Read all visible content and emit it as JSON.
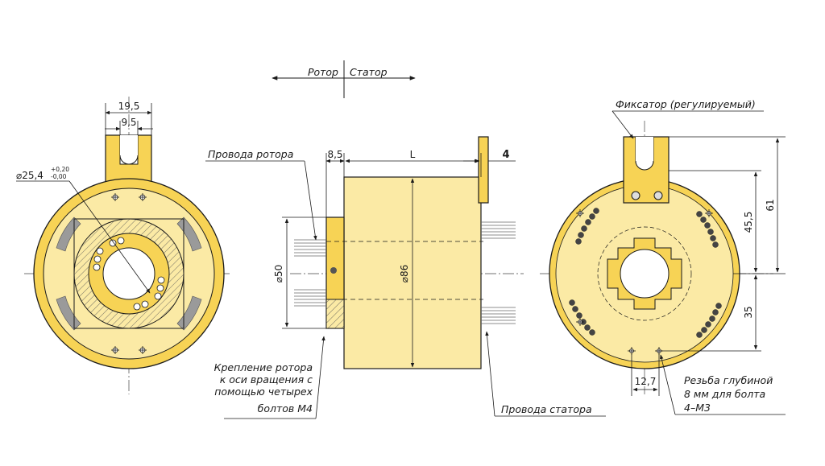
{
  "header": {
    "rotor": "Ротор",
    "stator": "Статор"
  },
  "left_view": {
    "dim_outer": "19,5",
    "dim_inner": "9,5",
    "diameter": "⌀25,4",
    "tol_plus": "+0,20",
    "tol_minus": "-0,00"
  },
  "side_view": {
    "rotor_wires": "Провода ротора",
    "dim_flange": "8,5",
    "dim_length": "L",
    "dim_tab": "4",
    "dim_d50": "⌀50",
    "dim_d86": "⌀86",
    "fastening": [
      "Крепление ротора",
      "к оси вращения с",
      "помощью четырех",
      "болтов М4"
    ],
    "stator_wires": "Провода статора"
  },
  "right_view": {
    "fixator": "Фиксатор (регулируемый)",
    "dim_61": "61",
    "dim_45_5": "45,5",
    "dim_35": "35",
    "dim_12_7": "12,7",
    "thread": [
      "Резьба глубиной",
      "8 мм для болта",
      "4–М3"
    ]
  },
  "colors": {
    "body": "#fbeaa5",
    "ring": "#f7d355",
    "line": "#1a1a1a",
    "slot": "#9a9a9a"
  }
}
